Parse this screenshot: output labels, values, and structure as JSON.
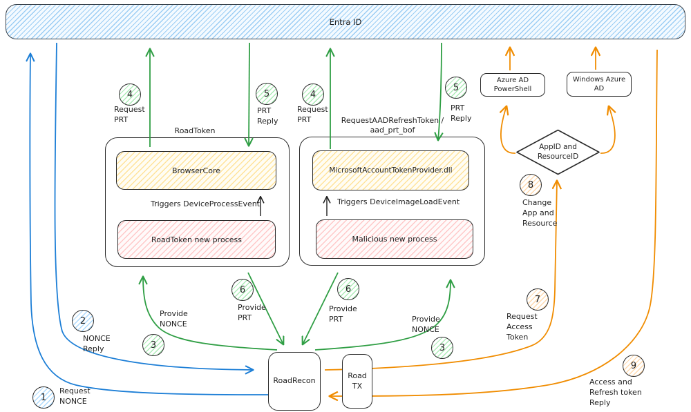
{
  "colors": {
    "blue": "#1c7ed6",
    "green": "#2f9e44",
    "orange": "#f08c00",
    "ink": "#1e1e1e"
  },
  "banner": {
    "label": "Entra ID"
  },
  "groups": {
    "roadtoken": {
      "title": "RoadToken",
      "top_box": "BrowserCore",
      "trigger": "Triggers DeviceProcessEvent",
      "bottom_box": "RoadToken new process"
    },
    "bof": {
      "title": "RequestAADRefreshToken /\naad_prt_bof",
      "top_box": "MicrosoftAccountTokenProvider.dll",
      "trigger": "Triggers DeviceImageLoadEvent",
      "bottom_box": "Malicious new process"
    }
  },
  "nodes": {
    "powershell": "Azure AD\nPowerShell",
    "windows_azure": "Windows Azure\nAD",
    "diamond": "AppID and\nResourceID",
    "roadrecon": "RoadRecon",
    "roadtx": "Road\nTX"
  },
  "badges": [
    {
      "num": "1",
      "label": "Request\nNONCE"
    },
    {
      "num": "2",
      "label": "NONCE\nReply"
    },
    {
      "num": "3",
      "label": "Provide\nNONCE"
    },
    {
      "num": "3",
      "label": "Provide\nNONCE"
    },
    {
      "num": "4",
      "label": "Request\nPRT"
    },
    {
      "num": "5",
      "label": "PRT\nReply"
    },
    {
      "num": "4",
      "label": "Request\nPRT"
    },
    {
      "num": "5",
      "label": "PRT\nReply"
    },
    {
      "num": "6",
      "label": "Provide\nPRT"
    },
    {
      "num": "6",
      "label": "Provide\nPRT"
    },
    {
      "num": "7",
      "label": "Request\nAccess\nToken"
    },
    {
      "num": "8",
      "label": "Change\nApp and\nResource"
    },
    {
      "num": "9",
      "label": "Access and\nRefresh token\nReply"
    }
  ]
}
